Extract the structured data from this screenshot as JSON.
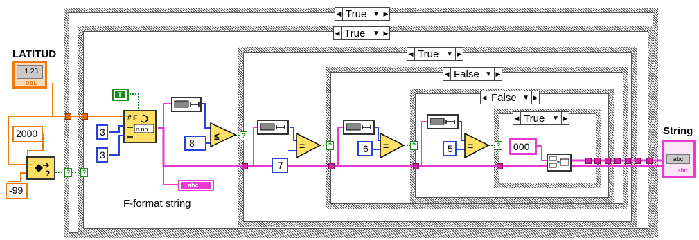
{
  "indicators": {
    "latitud_label": "LATITUD",
    "latitud_type": "DBL",
    "latitud_num": "1.23",
    "string_label": "String",
    "string_value": "abc",
    "string_type": "abc"
  },
  "constants": {
    "year": "2000",
    "neg": "-99",
    "width": "3",
    "precision": "3",
    "len8": "8",
    "len7": "7",
    "len6": "6",
    "len5": "5",
    "zeros": "000",
    "bool_t": "T"
  },
  "cases": {
    "c1": "True",
    "c2": "True",
    "c3": "True",
    "c4": "False",
    "c5": "False",
    "c6": "True"
  },
  "function_labels": {
    "fformat": "F-format string",
    "str_indicator": "abc"
  },
  "colors": {
    "string_wire": "#e83ad0",
    "numeric_wire": "#2645d8",
    "dbl_wire": "#f07a12",
    "bool_wire": "#1b8a1b"
  }
}
